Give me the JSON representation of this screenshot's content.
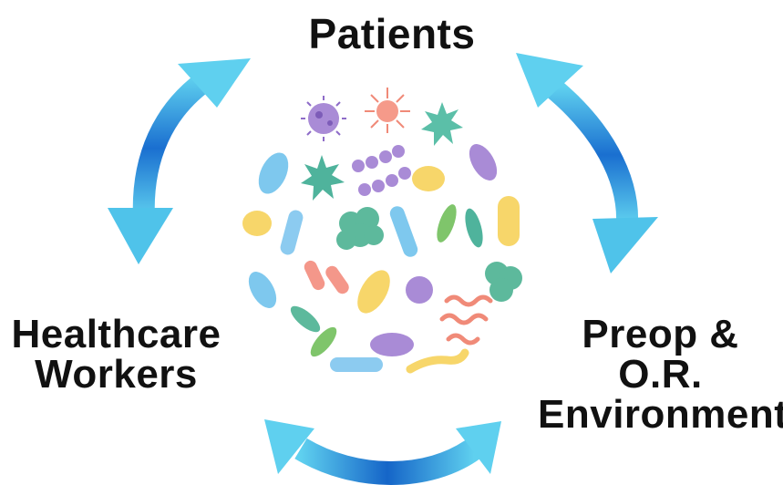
{
  "labels": {
    "top": "Patients",
    "left_line1": "Healthcare",
    "left_line2": "Workers",
    "right_line1": "Preop & O.R.",
    "right_line2": "Environment"
  },
  "arrows": [
    {
      "between": [
        "Patients",
        "Healthcare Workers"
      ],
      "direction": "bidirectional"
    },
    {
      "between": [
        "Patients",
        "Preop & O.R. Environment"
      ],
      "direction": "bidirectional"
    },
    {
      "between": [
        "Healthcare Workers",
        "Preop & O.R. Environment"
      ],
      "direction": "bidirectional"
    }
  ],
  "center_illustration": "microbes-cluster",
  "colors": {
    "arrow_light": "#5fd0ef",
    "arrow_dark": "#1565c8",
    "text": "#111111"
  }
}
